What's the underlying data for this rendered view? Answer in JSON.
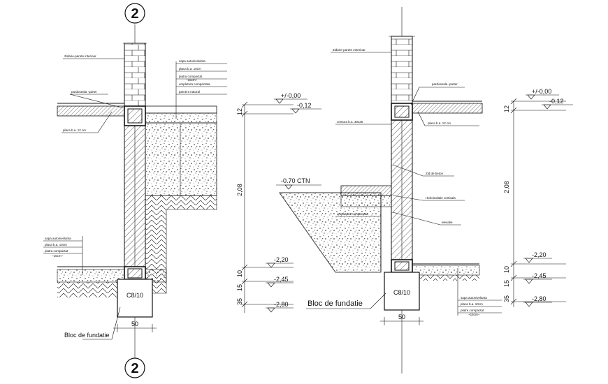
{
  "axis": {
    "label": "2"
  },
  "left_detail": {
    "wall_label": "Zidarie-parete interioar",
    "floor_label": "pardoseala -parter",
    "slab_label": "placa b.a. 12 cm",
    "layers_top": [
      "sapa autonivelanta",
      "placa b.a. 10cm",
      "piatra compactat",
      "~15cm~",
      "umplutura compactata",
      "pament natural"
    ],
    "layers_bottom": [
      "sapa autonivelanta",
      "placa b.a. 10cm",
      "piatra compactat",
      "~15cm~"
    ],
    "block_label": "C8/10",
    "foundation_label": "Bloc de fundatie",
    "width_dim": "50"
  },
  "right_detail": {
    "wall_label": "Zidarie-parete exterioar",
    "floor_label": "pardoseala -parter",
    "belt_label": "centura b.a. 30x25",
    "slab_label": "placa b.a. 12 cm",
    "wall_material": "Zid de beton",
    "waterproof_label": "Hidroizolatie verticala",
    "elevation_label": "elevatie",
    "fill_label": "umplutura compactata",
    "ctn_level": "-0.70 CTN",
    "block_label": "C8/10",
    "foundation_label": "Bloc de fundatie",
    "width_dim": "50",
    "layers_bottom": [
      "sapa autonivelanta",
      "placa b.a. 10cm",
      "piatra compactat",
      "~15cm~"
    ]
  },
  "levels": {
    "top_zero": "+/-0,00",
    "top_minus": "-0,12",
    "l1": "-2,20",
    "l2": "-2,45",
    "l3": "-2,80"
  },
  "dims": {
    "d12": "12",
    "d208": "2,08",
    "d10": "10",
    "d15": "15",
    "d35": "35"
  }
}
